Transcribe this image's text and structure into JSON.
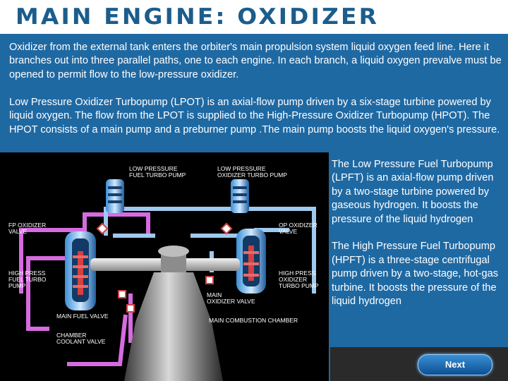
{
  "title": "Main Engine: Oxidizer",
  "intro": {
    "p1": "Oxidizer from the external tank enters the orbiter's main propulsion system liquid oxygen feed line. Here it branches out into three parallel paths, one to each engine. In each branch, a liquid oxygen prevalve must be opened to permit flow to the low-pressure oxidizer.",
    "p2": "Low Pressure Oxidizer Turbopump (LPOT) is an axial-flow pump driven by a six-stage turbine powered by liquid oxygen. The flow from the LPOT is supplied to the High-Pressure Oxidizer Turbopump (HPOT). The HPOT consists of a main pump and a preburner pump .The main pump boosts the liquid oxygen's pressure."
  },
  "diagram": {
    "labels": {
      "lp_fuel_1": "LOW PRESSURE",
      "lp_fuel_2": "FUEL TURBO PUMP",
      "lp_ox_1": "LOW PRESSURE",
      "lp_ox_2": "OXIDIZER TURBO PUMP",
      "fp_ox_1": "FP OXIDIZER",
      "fp_ox_2": "VALVE",
      "op_ox_1": "OP OXIDIZER",
      "op_ox_2": "VALVE",
      "hp_fuel_1": "HIGH PRESS",
      "hp_fuel_2": "FUEL TURBO",
      "hp_fuel_3": "PUMP",
      "hp_ox_1": "HIGH PRESS",
      "hp_ox_2": "OXIDIZER",
      "hp_ox_3": "TURBO PUMP",
      "main_ox_1": "MAIN",
      "main_ox_2": "OXIDIZER VALVE",
      "main_fuel": "MAIN FUEL VALVE",
      "main_comb": "MAIN COMBUSTION CHAMBER",
      "chamber_1": "CHAMBER",
      "chamber_2": "COOLANT VALVE"
    }
  },
  "side": {
    "p1": "The Low Pressure Fuel Turbopump (LPFT) is an axial-flow pump driven by a two-stage turbine powered by gaseous hydrogen. It boosts the pressure of the liquid hydrogen",
    "p2": "The High Pressure Fuel Turbopump (HPFT) is a three-stage centrifugal pump driven by a two-stage, hot-gas turbine. It boosts the pressure of the liquid hydrogen"
  },
  "nav": {
    "next_label": "Next"
  },
  "colors": {
    "panel": "#1f69a3",
    "title": "#1b5d8c",
    "fuel_line": "#d66be0",
    "oxidizer_line": "#9fc9ee"
  }
}
